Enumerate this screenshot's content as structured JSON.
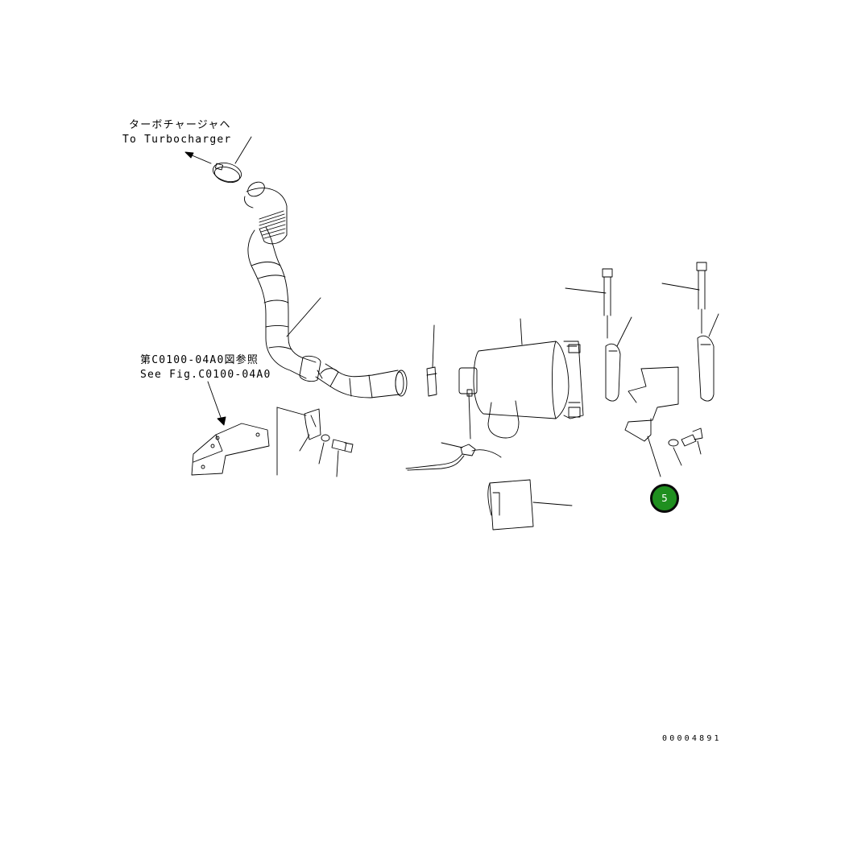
{
  "annotations": {
    "turbo_jp": "ターボチャージャヘ",
    "turbo_en": "To Turbocharger",
    "see_fig_jp": "第C0100-04A0図参照",
    "see_fig_en": "See Fig.C0100-04A0"
  },
  "callout": {
    "number": "5",
    "fill_color": "#1f8f1f"
  },
  "document_number": "00004891",
  "colors": {
    "line": "#000000",
    "background": "#ffffff"
  }
}
